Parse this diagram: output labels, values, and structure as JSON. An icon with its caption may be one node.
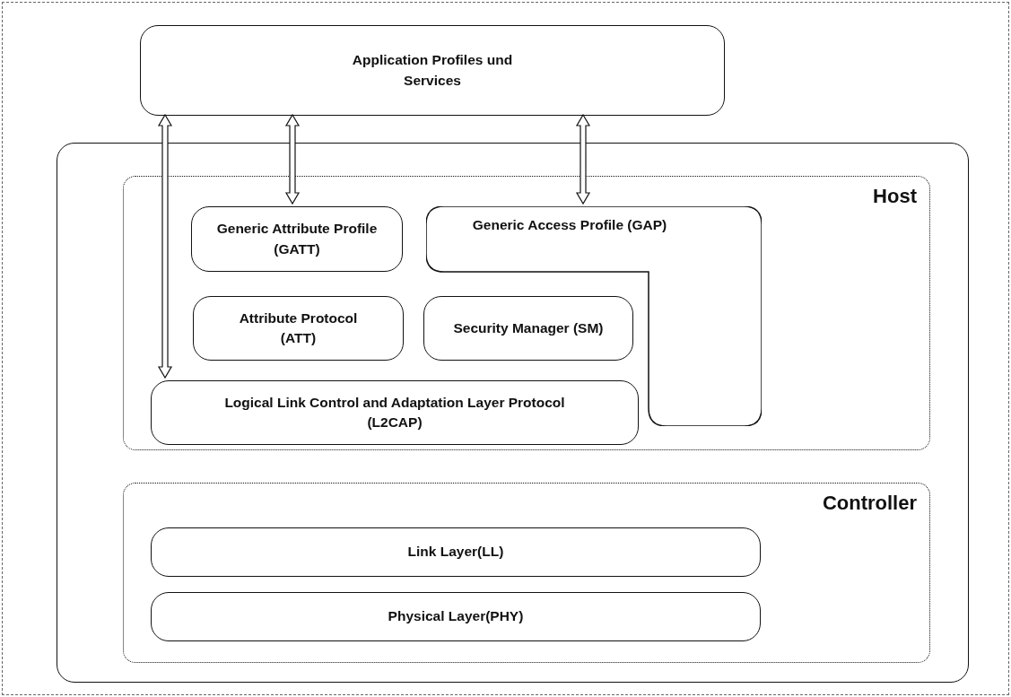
{
  "diagram": {
    "nodes": [
      {
        "text": [],
        "shape": "box"
      },
      {
        "text": [
          "Application Profiles und Services"
        ],
        "in": 0
      },
      {
        "text": [],
        "shape": "box",
        "in": 0
      },
      {
        "text": [
          "Host"
        ],
        "in": 2
      },
      {
        "text": [
          "Generic Attribute Profile (GATT)"
        ],
        "in": 3
      },
      {
        "text": [
          "Generic Access Profile (GAP)"
        ],
        "in": 3
      },
      {
        "text": [
          "Attribute Protocol (ATT)"
        ],
        "in": 3
      },
      {
        "text": [
          "Security Manager (SM)"
        ],
        "in": 3
      },
      {
        "text": [
          "Logical Link Control and Adaptation Layer Protocol (L2CAP)"
        ],
        "in": 3
      },
      {
        "text": [
          "Controller"
        ],
        "in": 2
      },
      {
        "text": [
          "Link Layer(LL)"
        ],
        "in": 9
      },
      {
        "text": [
          "Physical Layer(PHY)"
        ],
        "in": 9
      }
    ],
    "edges": [
      {
        "from": 1,
        "to": 8,
        "arrow": "both"
      },
      {
        "from": 1,
        "to": 4,
        "arrow": "both"
      },
      {
        "from": 1,
        "to": 5,
        "arrow": "both"
      }
    ]
  }
}
